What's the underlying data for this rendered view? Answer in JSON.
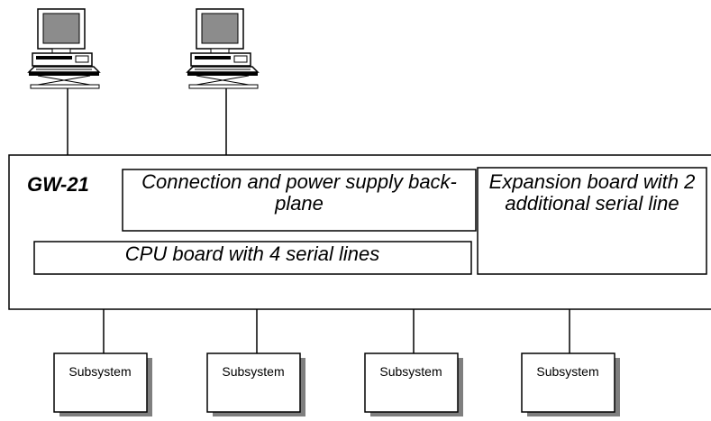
{
  "gateway": {
    "title": "GW-21",
    "backplane_label": "Connection and power supply back-plane",
    "cpu_label": "CPU board with 4 serial lines",
    "expansion_label": "Expansion board with 2 additional serial line"
  },
  "subsystems": [
    {
      "label": "Subsystem"
    },
    {
      "label": "Subsystem"
    },
    {
      "label": "Subsystem"
    },
    {
      "label": "Subsystem"
    }
  ],
  "colors": {
    "line": "#000000",
    "shadow": "#7f7f7f",
    "monitor_screen": "#8c8c8c",
    "monitor_body": "#ffffff"
  },
  "icons": [
    "computer-workstation-icon",
    "computer-workstation-icon"
  ]
}
